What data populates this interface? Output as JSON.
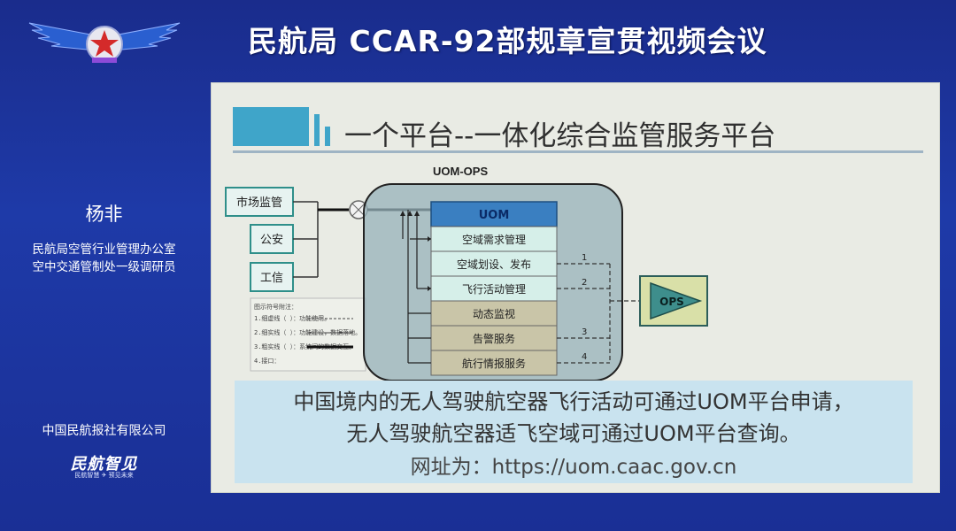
{
  "header": {
    "title": "民航局 CCAR-92部规章宣贯视频会议"
  },
  "speaker": {
    "name": "杨非",
    "title_line1": "民航局空管行业管理办公室",
    "title_line2": "空中交通管制处一级调研员"
  },
  "organization": {
    "company": "中国民航报社有限公司",
    "brand": "民航智见",
    "brand_tagline": "民航智慧 ✈ 预见未来"
  },
  "slide": {
    "title": "一个平台--一体化综合监管服务平台",
    "diagram_title": "UOM-OPS",
    "left_nodes": [
      "市场监管",
      "公安",
      "工信"
    ],
    "module_header": "UOM",
    "modules": [
      "空域需求管理",
      "空域划设、发布",
      "飞行活动管理",
      "动态监视",
      "告警服务",
      "航行情报服务"
    ],
    "link_numbers": [
      "1",
      "2",
      "3",
      "4"
    ],
    "ops_label": "OPS",
    "legend_title": "图示符号附注：",
    "legend_items": [
      "1.细虚线（  ）：功能使用。",
      "2.细实线（  ）：功能建设，数据落地。",
      "3.粗实线（  ）：系统间的数据交互。",
      "4.接口："
    ],
    "caption_line1": "中国境内的无人驾驶航空器飞行活动可通过UOM平台申请，",
    "caption_line2": "无人驾驶航空器适飞空域可通过UOM平台查询。",
    "caption_url": "网址为：https://uom.caac.gov.cn"
  },
  "colors": {
    "background": "#1e3aa8",
    "uom_header": "#3a7fc1",
    "module_light": "#d6efe9",
    "module_dark": "#c9c5a8",
    "caption_bg": "#c9e3ef",
    "ops_box": "#3e8e8c"
  }
}
